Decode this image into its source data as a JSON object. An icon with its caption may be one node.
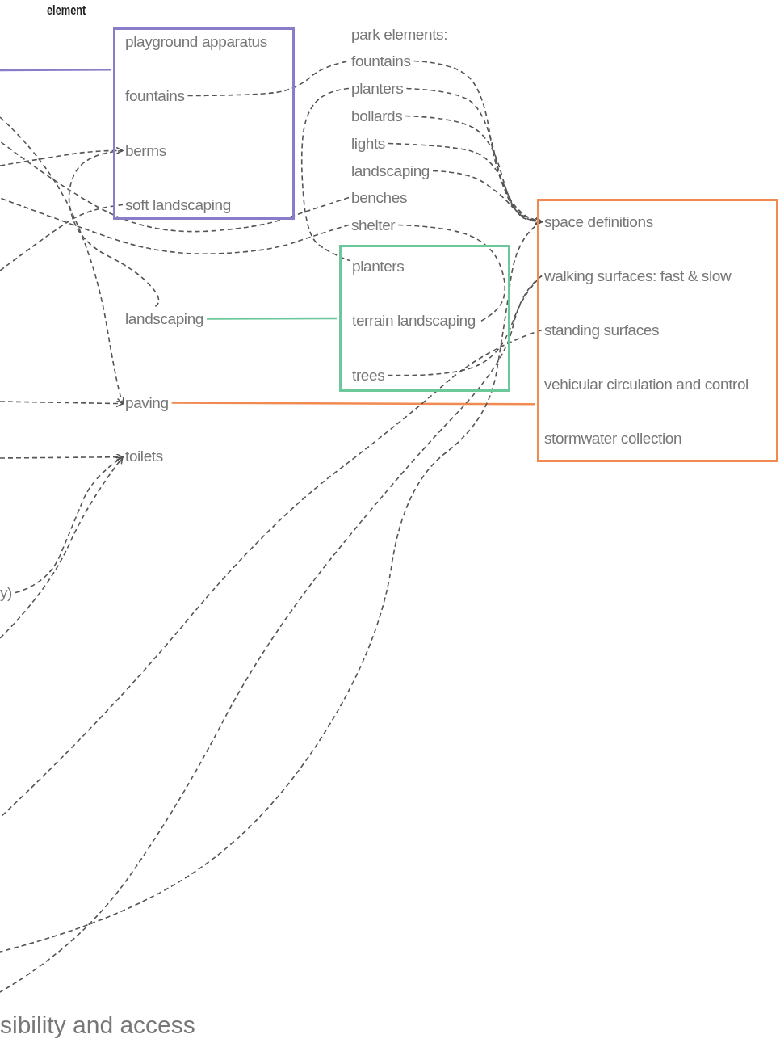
{
  "diagram": {
    "nodes": [
      {
        "text": [],
        "shape": "box"
      },
      {
        "text": [
          "playground apparatus"
        ],
        "in": 0
      },
      {
        "text": [
          "fountains"
        ],
        "in": 0
      },
      {
        "text": [
          "berms"
        ],
        "in": 0
      },
      {
        "text": [
          "soft landscaping"
        ],
        "in": 0
      },
      {
        "text": [
          "fountains"
        ]
      },
      {
        "text": [
          "planters"
        ]
      },
      {
        "text": [
          "bollards"
        ]
      },
      {
        "text": [
          "lights"
        ]
      },
      {
        "text": [
          "landscaping"
        ]
      },
      {
        "text": [
          "benches"
        ]
      },
      {
        "text": [
          "shelter"
        ]
      },
      {
        "text": [],
        "shape": "box"
      },
      {
        "text": [
          "planters"
        ],
        "in": 12
      },
      {
        "text": [
          "terrain landscaping"
        ],
        "in": 12
      },
      {
        "text": [
          "trees"
        ],
        "in": 12
      },
      {
        "text": [
          "landscaping"
        ]
      },
      {
        "text": [
          "paving"
        ]
      },
      {
        "text": [
          "toilets"
        ]
      },
      {
        "text": [
          "y)"
        ]
      },
      {
        "text": [],
        "shape": "box"
      },
      {
        "text": [
          "space definitions"
        ],
        "in": 20
      },
      {
        "text": [
          "walking surfaces: fast & slow"
        ],
        "in": 20
      },
      {
        "text": [
          "standing surfaces"
        ],
        "in": 20
      },
      {
        "text": [
          "vehicular circulation and control"
        ],
        "in": 20
      },
      {
        "text": [
          "stormwater collection"
        ],
        "in": 20
      }
    ],
    "edges": [
      {
        "from": null,
        "to": 0,
        "arrow": "none",
        "color": "#8a7cc8"
      },
      {
        "from": 16,
        "to": 12,
        "arrow": "none",
        "color": "#6cc79a"
      },
      {
        "from": 17,
        "to": 20,
        "arrow": "none",
        "color": "#f08a50"
      },
      {
        "from": 2,
        "to": 5,
        "arrow": "none",
        "style": "dashed"
      },
      {
        "from": 5,
        "to": 21,
        "arrow": "to",
        "style": "dashed"
      },
      {
        "from": 6,
        "to": 21,
        "arrow": "to",
        "style": "dashed"
      },
      {
        "from": 7,
        "to": 21,
        "arrow": "to",
        "style": "dashed"
      },
      {
        "from": 8,
        "to": 21,
        "arrow": "to",
        "style": "dashed"
      },
      {
        "from": 9,
        "to": 21,
        "arrow": "to",
        "style": "dashed"
      },
      {
        "from": 6,
        "to": 13,
        "arrow": "none",
        "style": "dashed"
      },
      {
        "from": null,
        "to": 3,
        "arrow": "to",
        "style": "dashed"
      },
      {
        "from": 3,
        "to": 16,
        "arrow": "none",
        "style": "dashed"
      },
      {
        "from": null,
        "to": 4,
        "arrow": "none",
        "style": "dashed"
      },
      {
        "from": 10,
        "to": null,
        "arrow": "none",
        "style": "dashed"
      },
      {
        "from": 11,
        "to": null,
        "arrow": "none",
        "style": "dashed"
      },
      {
        "from": 11,
        "to": 14,
        "arrow": "none",
        "style": "dashed"
      },
      {
        "from": null,
        "to": 17,
        "arrow": "to",
        "style": "dashed"
      },
      {
        "from": null,
        "to": 17,
        "arrow": "to",
        "style": "dashed"
      },
      {
        "from": null,
        "to": 18,
        "arrow": "to",
        "style": "dashed"
      },
      {
        "from": 19,
        "to": 18,
        "arrow": "to",
        "style": "dashed"
      },
      {
        "from": null,
        "to": 18,
        "arrow": "to",
        "style": "dashed"
      },
      {
        "from": 21,
        "to": null,
        "arrow": "none",
        "style": "dashed"
      },
      {
        "from": 22,
        "to": null,
        "arrow": "none",
        "style": "dashed"
      },
      {
        "from": 23,
        "to": null,
        "arrow": "none",
        "style": "dashed"
      },
      {
        "from": 15,
        "to": 22,
        "arrow": "none",
        "style": "dashed"
      }
    ],
    "labels": [
      "element",
      "park elements:",
      "sibility and access"
    ]
  }
}
